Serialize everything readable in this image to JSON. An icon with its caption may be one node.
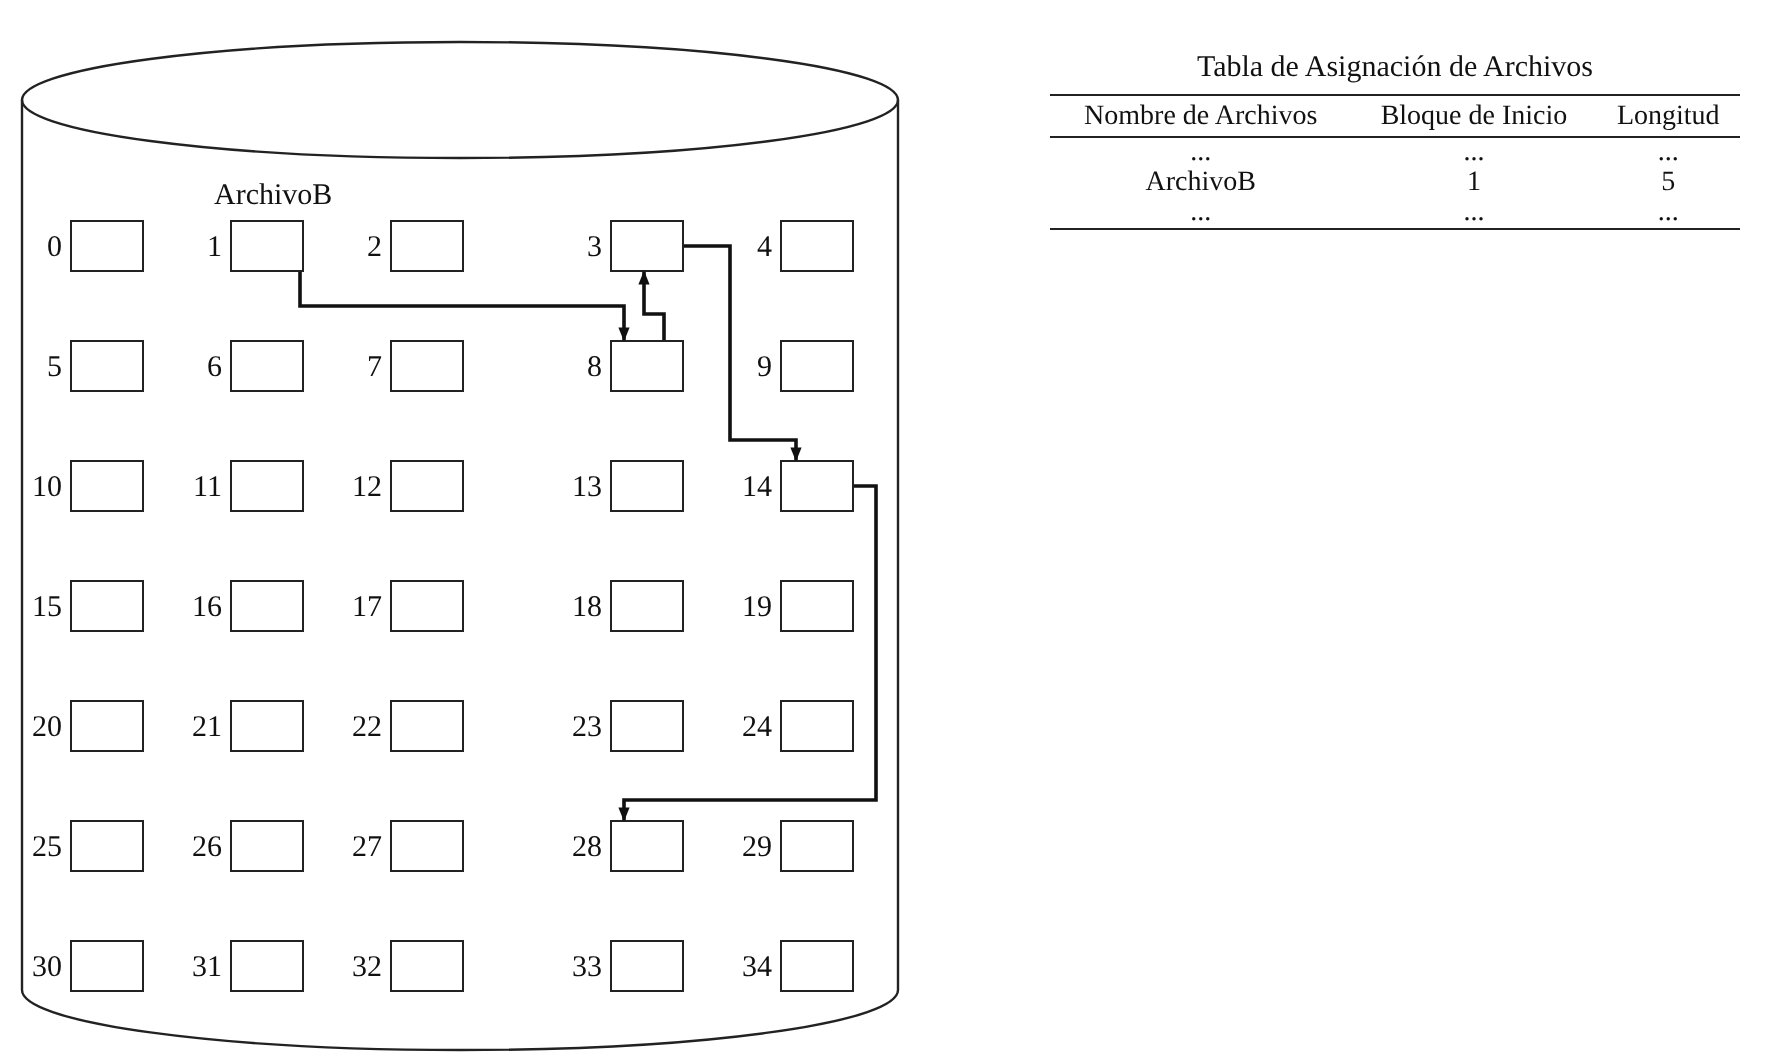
{
  "diagram": {
    "nodes": [
      {
        "text": [],
        "shape": "cylinder"
      },
      {
        "text": [],
        "shape": "box",
        "beside": [
          "0"
        ],
        "in": 0
      },
      {
        "text": [],
        "shape": "box",
        "beside": [
          "1",
          "ArchivoB"
        ],
        "in": 0
      },
      {
        "text": [],
        "shape": "box",
        "beside": [
          "2"
        ],
        "in": 0
      },
      {
        "text": [],
        "shape": "box",
        "beside": [
          "3"
        ],
        "in": 0
      },
      {
        "text": [],
        "shape": "box",
        "beside": [
          "4"
        ],
        "in": 0
      },
      {
        "text": [],
        "shape": "box",
        "beside": [
          "5"
        ],
        "in": 0
      },
      {
        "text": [],
        "shape": "box",
        "beside": [
          "6"
        ],
        "in": 0
      },
      {
        "text": [],
        "shape": "box",
        "beside": [
          "7"
        ],
        "in": 0
      },
      {
        "text": [],
        "shape": "box",
        "beside": [
          "8"
        ],
        "in": 0
      },
      {
        "text": [],
        "shape": "box",
        "beside": [
          "9"
        ],
        "in": 0
      },
      {
        "text": [],
        "shape": "box",
        "beside": [
          "10"
        ],
        "in": 0
      },
      {
        "text": [],
        "shape": "box",
        "beside": [
          "11"
        ],
        "in": 0
      },
      {
        "text": [],
        "shape": "box",
        "beside": [
          "12"
        ],
        "in": 0
      },
      {
        "text": [],
        "shape": "box",
        "beside": [
          "13"
        ],
        "in": 0
      },
      {
        "text": [],
        "shape": "box",
        "beside": [
          "14"
        ],
        "in": 0
      },
      {
        "text": [],
        "shape": "box",
        "beside": [
          "15"
        ],
        "in": 0
      },
      {
        "text": [],
        "shape": "box",
        "beside": [
          "16"
        ],
        "in": 0
      },
      {
        "text": [],
        "shape": "box",
        "beside": [
          "17"
        ],
        "in": 0
      },
      {
        "text": [],
        "shape": "box",
        "beside": [
          "18"
        ],
        "in": 0
      },
      {
        "text": [],
        "shape": "box",
        "beside": [
          "19"
        ],
        "in": 0
      },
      {
        "text": [],
        "shape": "box",
        "beside": [
          "20"
        ],
        "in": 0
      },
      {
        "text": [],
        "shape": "box",
        "beside": [
          "21"
        ],
        "in": 0
      },
      {
        "text": [],
        "shape": "box",
        "beside": [
          "22"
        ],
        "in": 0
      },
      {
        "text": [],
        "shape": "box",
        "beside": [
          "23"
        ],
        "in": 0
      },
      {
        "text": [],
        "shape": "box",
        "beside": [
          "24"
        ],
        "in": 0
      },
      {
        "text": [],
        "shape": "box",
        "beside": [
          "25"
        ],
        "in": 0
      },
      {
        "text": [],
        "shape": "box",
        "beside": [
          "26"
        ],
        "in": 0
      },
      {
        "text": [],
        "shape": "box",
        "beside": [
          "27"
        ],
        "in": 0
      },
      {
        "text": [],
        "shape": "box",
        "beside": [
          "28"
        ],
        "in": 0
      },
      {
        "text": [],
        "shape": "box",
        "beside": [
          "29"
        ],
        "in": 0
      },
      {
        "text": [],
        "shape": "box",
        "beside": [
          "30"
        ],
        "in": 0
      },
      {
        "text": [],
        "shape": "box",
        "beside": [
          "31"
        ],
        "in": 0
      },
      {
        "text": [],
        "shape": "box",
        "beside": [
          "32"
        ],
        "in": 0
      },
      {
        "text": [],
        "shape": "box",
        "beside": [
          "33"
        ],
        "in": 0
      },
      {
        "text": [],
        "shape": "box",
        "beside": [
          "34"
        ],
        "in": 0
      }
    ],
    "edges": [
      {
        "from": 2,
        "to": 9,
        "arrow": "to"
      },
      {
        "from": 9,
        "to": 4,
        "arrow": "to"
      },
      {
        "from": 4,
        "to": 15,
        "arrow": "to"
      },
      {
        "from": 15,
        "to": 29,
        "arrow": "to"
      }
    ],
    "labels": [
      "Tabla de Asignación de Archivos",
      "Nombre de Archivos",
      "Bloque de Inicio",
      "Longitud",
      "...",
      "...",
      "...",
      "ArchivoB",
      "1",
      "5",
      "...",
      "...",
      "..."
    ]
  }
}
